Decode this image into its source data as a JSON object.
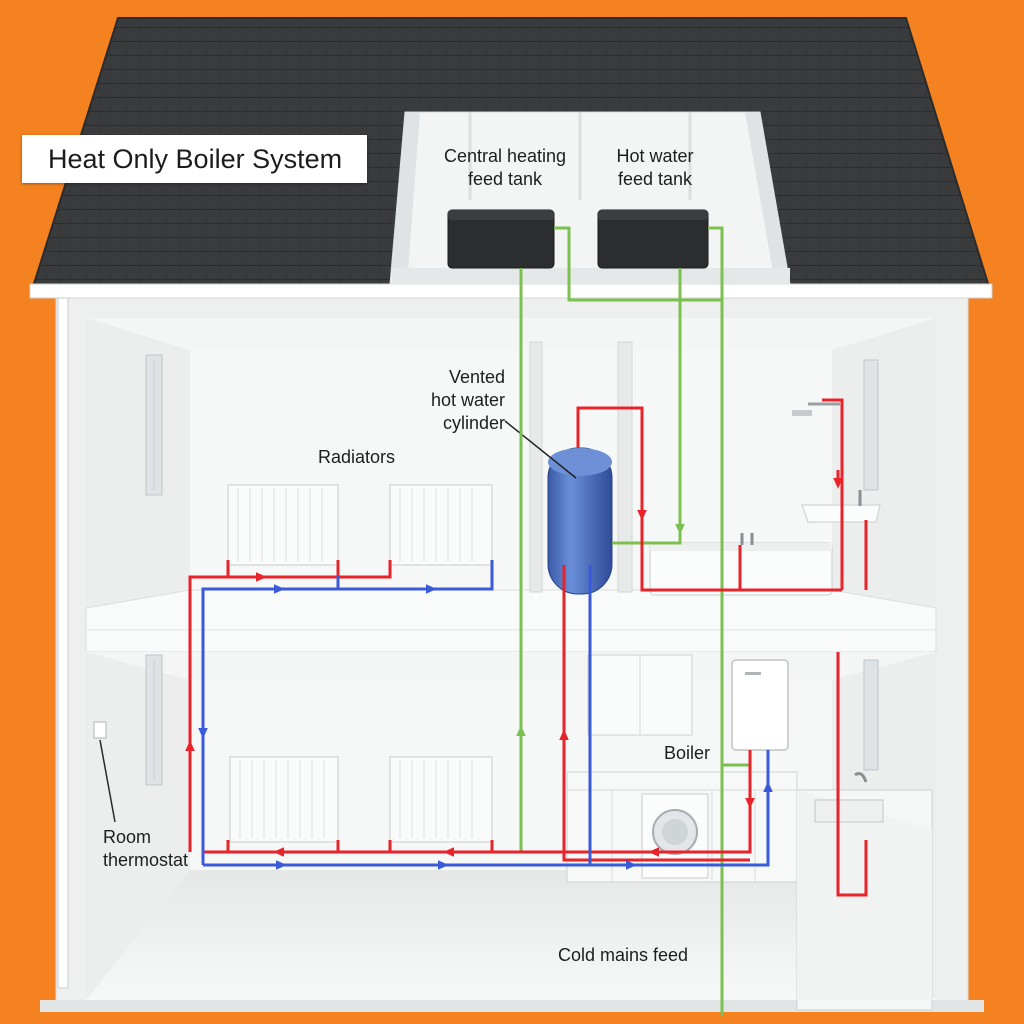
{
  "title": "Heat Only Boiler System",
  "labels": {
    "ch_feed_tank": [
      "Central heating",
      "feed tank"
    ],
    "hw_feed_tank": [
      "Hot water",
      "feed tank"
    ],
    "cylinder": [
      "Vented",
      "hot water",
      "cylinder"
    ],
    "radiators": "Radiators",
    "boiler": "Boiler",
    "thermostat": [
      "Room",
      "thermostat"
    ],
    "cold_mains": "Cold mains feed"
  },
  "colors": {
    "background": "#f58220",
    "roof": "#3a3b3d",
    "wall": "#f1f3f3",
    "hot_pipe": "#e8232a",
    "cold_pipe": "#3a5ad8",
    "feed_pipe": "#7cc150",
    "cylinder": "#4a6fc2",
    "tank": "#2b2d2e"
  }
}
